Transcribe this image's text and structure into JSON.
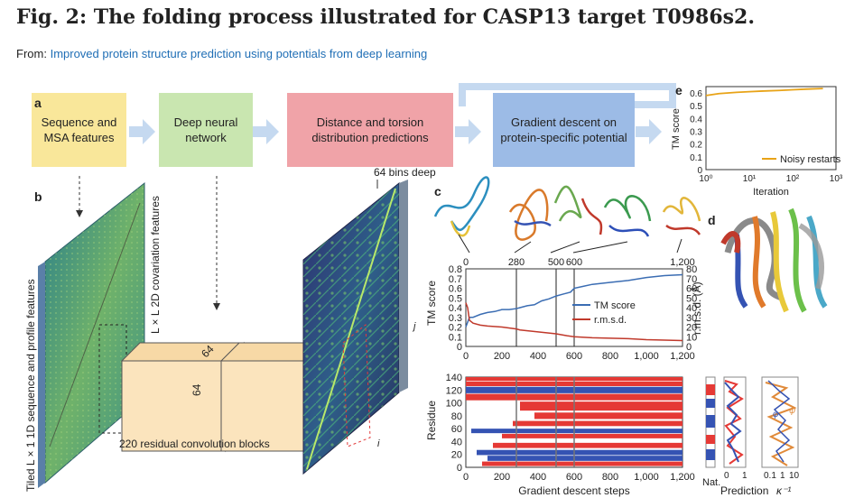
{
  "figure": {
    "title": "Fig. 2: The folding process illustrated for CASP13 target T0986s2.",
    "from_prefix": "From:",
    "from_link": "Improved protein structure prediction using potentials from deep learning"
  },
  "panel_a": {
    "letter": "a",
    "boxes": [
      {
        "label": "Sequence and MSA features",
        "color": "#f9e79a"
      },
      {
        "label": "Deep neural network",
        "color": "#c9e6b0"
      },
      {
        "label": "Distance and torsion distribution predictions",
        "color": "#f0a3a8"
      },
      {
        "label": "Gradient descent on protein-specific potential",
        "color": "#9cbbe6"
      }
    ]
  },
  "panel_b": {
    "letter": "b",
    "labels": {
      "features_1d": "Tiled L × 1 1D sequence and profile features",
      "features_2d": "L × L 2D covariation features",
      "dim_a": "64",
      "dim_b": "64",
      "blocks": "220 residual convolution blocks",
      "bins": "64 bins deep",
      "i_axis": "i",
      "j_axis": "j"
    }
  },
  "panel_c": {
    "letter": "c",
    "snapshot_labels": [
      "0",
      "280",
      "500",
      "600",
      "1,200"
    ],
    "legend": [
      "TM score",
      "r.m.s.d."
    ],
    "colors": {
      "tm": "#3b6db3",
      "rmsd": "#c0392b"
    },
    "bottom_xlabel": "Gradient descent steps",
    "residue_ylabel": "Residue",
    "side_labels": {
      "nat": "Nat.",
      "prediction": "Prediction",
      "kappa": "κ⁻¹",
      "phi": "φ",
      "psi": "ψ"
    }
  },
  "panel_d": {
    "letter": "d"
  },
  "panel_e": {
    "letter": "e"
  },
  "chart_data": [
    {
      "type": "line",
      "panel": "c-top",
      "xlabel": "",
      "ylabel": "TM score",
      "ylabel_right": "r.m.s.d. (Å)",
      "xlim": [
        0,
        1200
      ],
      "ylim": [
        0,
        0.8
      ],
      "ylim_right": [
        0,
        80
      ],
      "x_ticks": [
        "0",
        "200",
        "400",
        "600",
        "800",
        "1,000",
        "1,200"
      ],
      "y_ticks": [
        "0",
        "0.1",
        "0.2",
        "0.3",
        "0.4",
        "0.5",
        "0.6",
        "0.7",
        "0.8"
      ],
      "y_right_ticks": [
        "0",
        "10",
        "20",
        "30",
        "40",
        "50",
        "60",
        "70",
        "80"
      ],
      "top_ticks": [
        "0",
        "280",
        "500",
        "600",
        "1,200"
      ],
      "vlines": [
        280,
        500,
        600
      ],
      "series": [
        {
          "name": "TM score",
          "axis": "left",
          "x": [
            0,
            20,
            40,
            80,
            120,
            160,
            200,
            240,
            280,
            300,
            340,
            380,
            420,
            460,
            500,
            540,
            580,
            600,
            650,
            700,
            800,
            900,
            1000,
            1100,
            1200
          ],
          "y": [
            0.2,
            0.3,
            0.3,
            0.33,
            0.35,
            0.36,
            0.38,
            0.38,
            0.39,
            0.4,
            0.42,
            0.43,
            0.47,
            0.49,
            0.52,
            0.54,
            0.56,
            0.6,
            0.62,
            0.64,
            0.66,
            0.68,
            0.71,
            0.73,
            0.74
          ]
        },
        {
          "name": "r.m.s.d.",
          "axis": "right",
          "x": [
            0,
            10,
            20,
            40,
            80,
            120,
            200,
            280,
            300,
            400,
            500,
            560,
            600,
            700,
            800,
            900,
            1000,
            1100,
            1200
          ],
          "y": [
            45,
            40,
            27,
            24,
            22,
            21,
            20,
            18,
            17,
            15,
            13,
            11,
            10,
            9,
            8.5,
            8,
            7,
            6.5,
            6
          ]
        }
      ]
    },
    {
      "type": "heatmap",
      "panel": "c-bottom",
      "xlabel": "Gradient descent steps",
      "ylabel": "Residue",
      "xlim": [
        0,
        1200
      ],
      "ylim": [
        0,
        140
      ],
      "x_ticks": [
        "0",
        "200",
        "400",
        "600",
        "800",
        "1,000",
        "1,200"
      ],
      "y_ticks": [
        "0",
        "20",
        "40",
        "60",
        "80",
        "100",
        "120",
        "140"
      ],
      "vlines": [
        280,
        500,
        600
      ],
      "bands": [
        {
          "y0": 2,
          "y1": 9,
          "color": "red",
          "x0": 90
        },
        {
          "y0": 10,
          "y1": 18,
          "color": "blue",
          "x0": 120
        },
        {
          "y0": 19,
          "y1": 27,
          "color": "blue",
          "x0": 60
        },
        {
          "y0": 30,
          "y1": 38,
          "color": "red",
          "x0": 150
        },
        {
          "y0": 45,
          "y1": 52,
          "color": "red",
          "x0": 200
        },
        {
          "y0": 53,
          "y1": 60,
          "color": "blue",
          "x0": 30
        },
        {
          "y0": 64,
          "y1": 72,
          "color": "red",
          "x0": 260
        },
        {
          "y0": 75,
          "y1": 85,
          "color": "red",
          "x0": 380
        },
        {
          "y0": 88,
          "y1": 102,
          "color": "red",
          "x0": 300
        },
        {
          "y0": 104,
          "y1": 114,
          "color": "red",
          "x0": 0
        },
        {
          "y0": 115,
          "y1": 125,
          "color": "blue",
          "x0": 0
        },
        {
          "y0": 126,
          "y1": 133,
          "color": "red",
          "x0": 0
        },
        {
          "y0": 134,
          "y1": 140,
          "color": "red",
          "x0": 0
        }
      ]
    },
    {
      "type": "line",
      "panel": "e",
      "xlabel": "Iteration",
      "ylabel": "TM score",
      "xscale": "log",
      "xlim": [
        1,
        1000
      ],
      "ylim": [
        0,
        0.65
      ],
      "y_ticks": [
        "0",
        "0.1",
        "0.2",
        "0.3",
        "0.4",
        "0.5",
        "0.6"
      ],
      "x_ticks": [
        "10⁰",
        "10¹",
        "10²",
        "10³"
      ],
      "legend": "bottom-right",
      "series": [
        {
          "name": "Noisy restarts",
          "x": [
            1,
            2,
            5,
            10,
            20,
            50,
            100,
            200,
            500
          ],
          "y": [
            0.58,
            0.595,
            0.605,
            0.61,
            0.615,
            0.62,
            0.625,
            0.63,
            0.635
          ]
        }
      ]
    }
  ]
}
